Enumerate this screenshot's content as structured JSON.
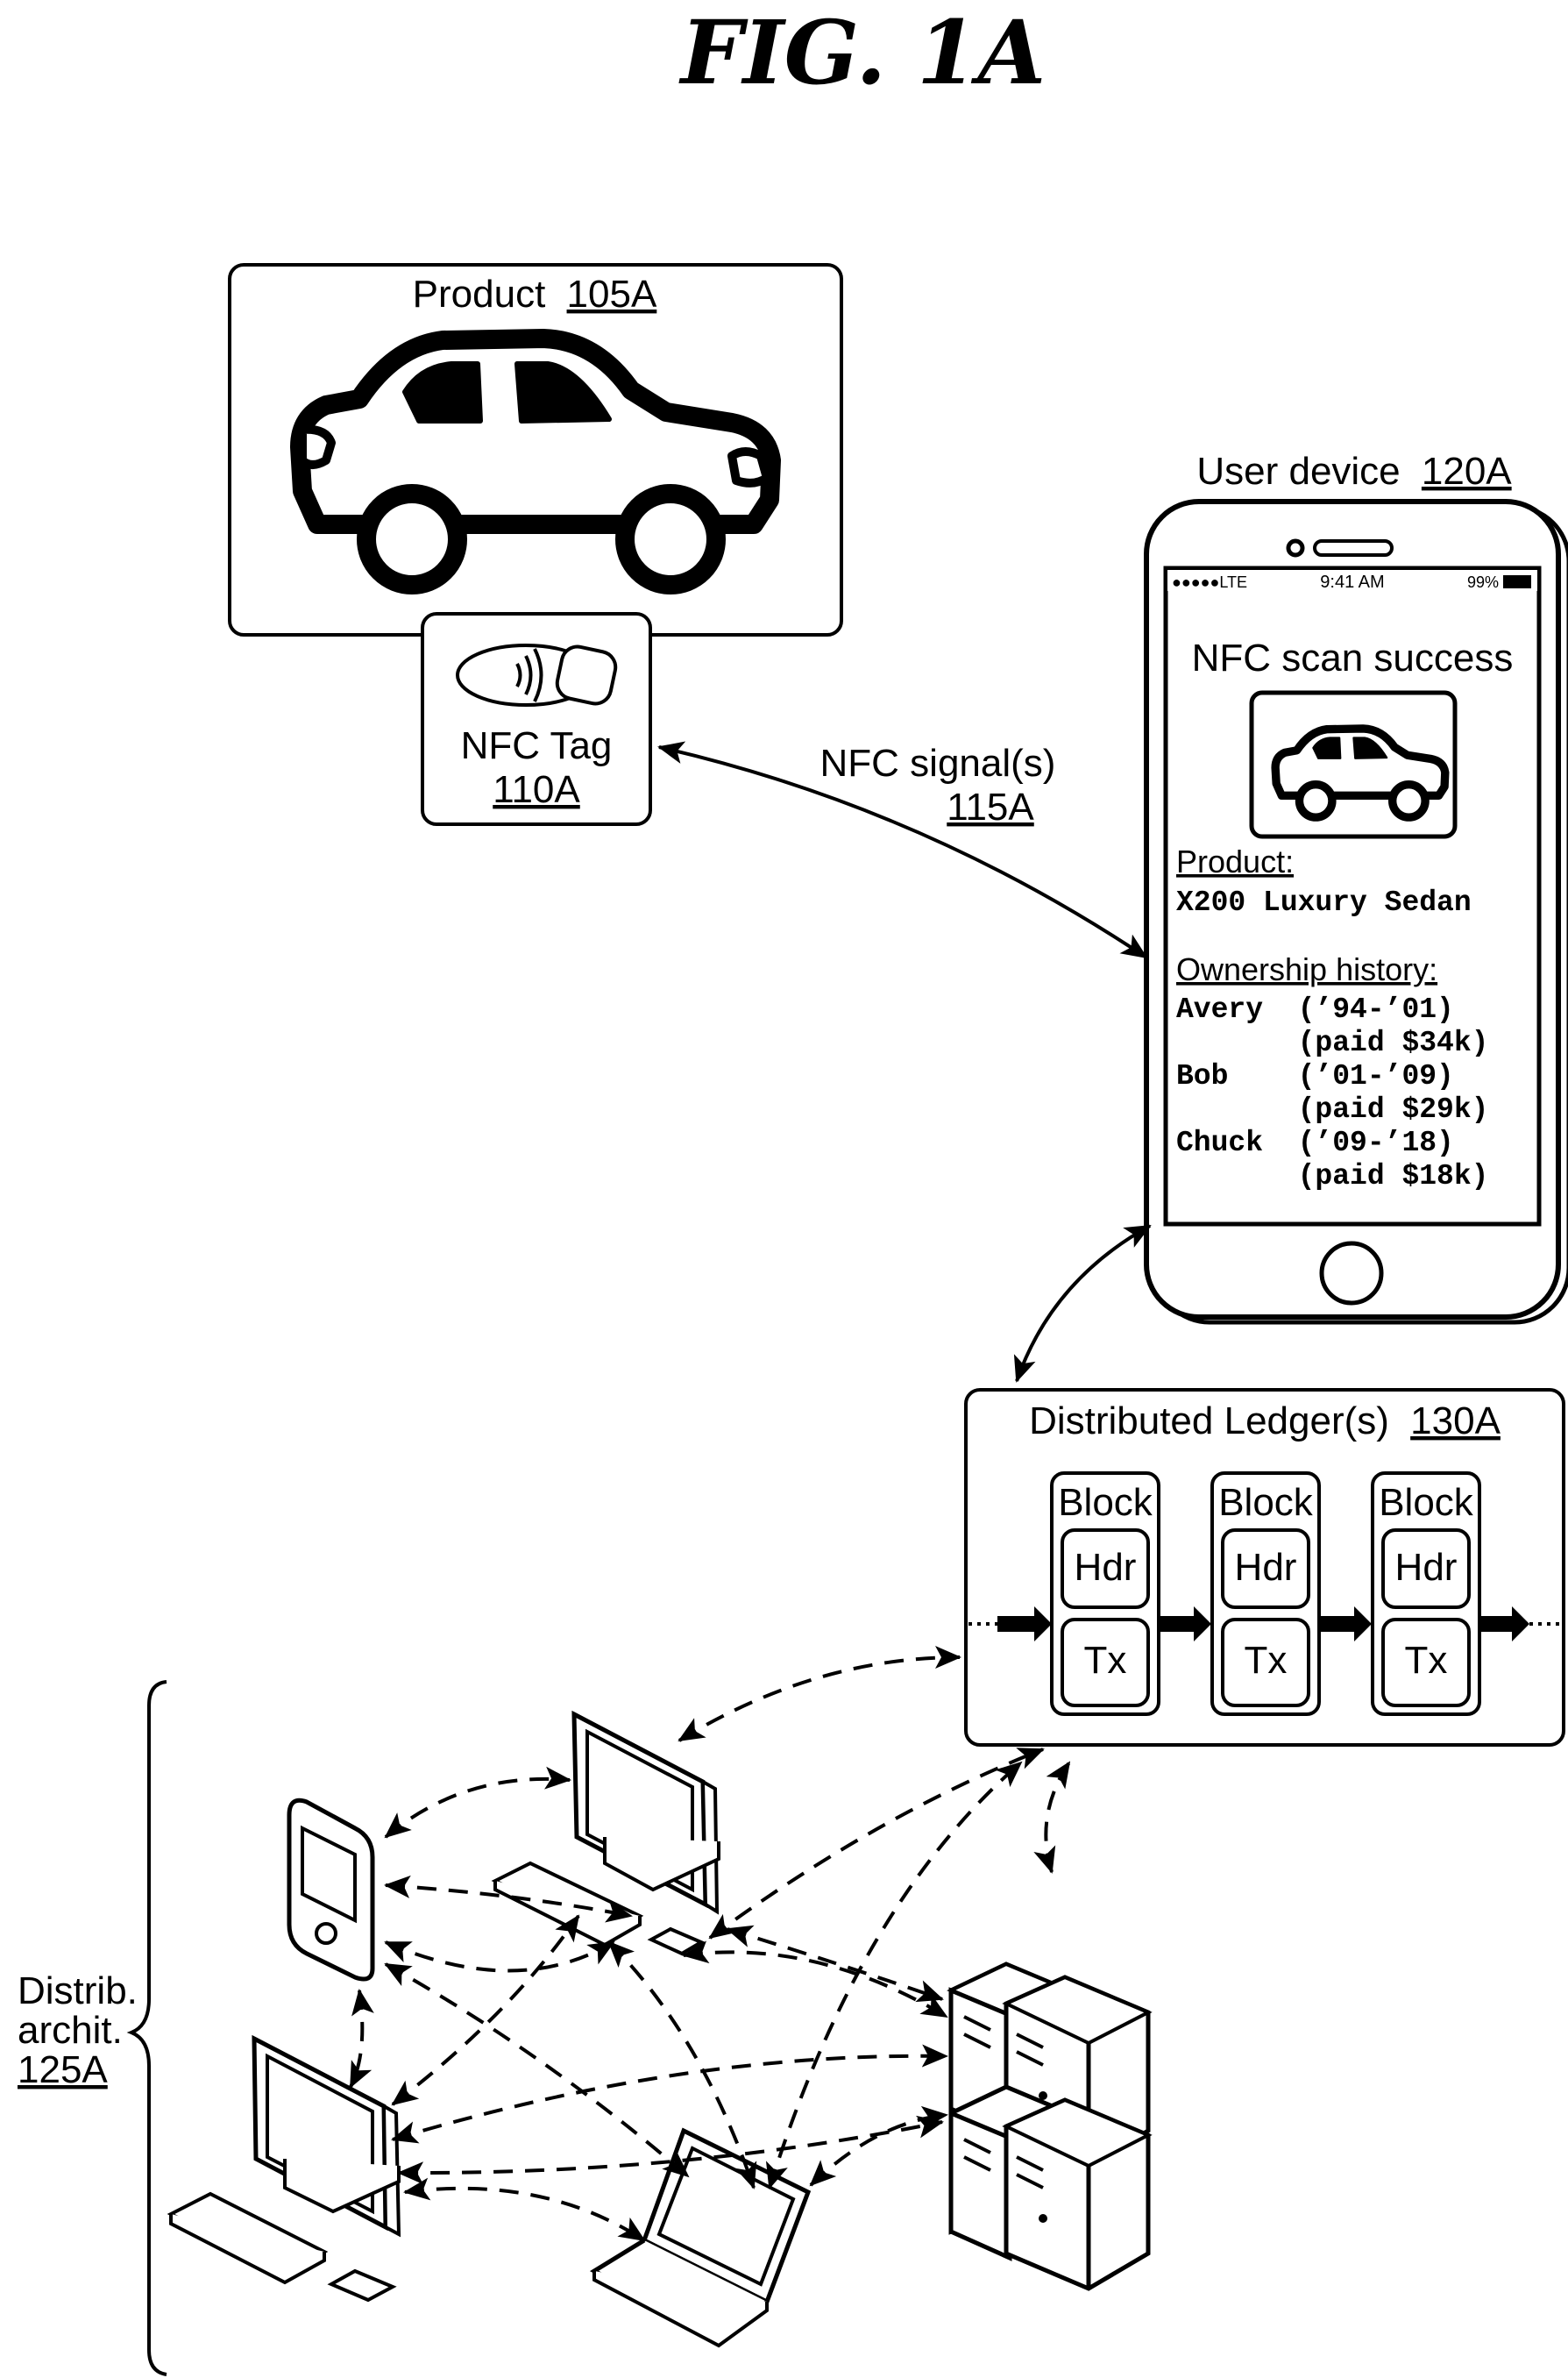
{
  "figure": {
    "title": "FIG. 1A"
  },
  "product": {
    "label": "Product",
    "ref": "105A"
  },
  "nfc_tag": {
    "label": "NFC Tag",
    "ref": "110A"
  },
  "nfc_signal": {
    "label": "NFC signal(s)",
    "ref": "115A"
  },
  "user_device": {
    "label": "User device",
    "ref": "120A",
    "status_bar": {
      "carrier": "●●●●●LTE",
      "time": "9:41 AM",
      "battery": "99%"
    },
    "screen": {
      "heading": "NFC scan success",
      "product_label": "Product:",
      "product_name": "X200 Luxury Sedan",
      "history_label": "Ownership history:",
      "history_lines": [
        "Avery  (’94-’01)",
        "       (paid $34k)",
        "Bob    (’01-’09)",
        "       (paid $29k)",
        "Chuck  (’09-’18)",
        "       (paid $18k)"
      ]
    }
  },
  "ledger": {
    "label": "Distributed Ledger(s)",
    "ref": "130A",
    "blocks": [
      {
        "title": "Block",
        "header": "Hdr",
        "tx": "Tx"
      },
      {
        "title": "Block",
        "header": "Hdr",
        "tx": "Tx"
      },
      {
        "title": "Block",
        "header": "Hdr",
        "tx": "Tx"
      }
    ]
  },
  "distrib": {
    "line1": "Distrib.",
    "line2": "archit.",
    "ref": "125A"
  },
  "icons": [
    "car-icon",
    "nfc-tag-icon",
    "smartphone-icon",
    "desktop-computer-icon",
    "pda-icon",
    "laptop-icon",
    "server-icon"
  ]
}
